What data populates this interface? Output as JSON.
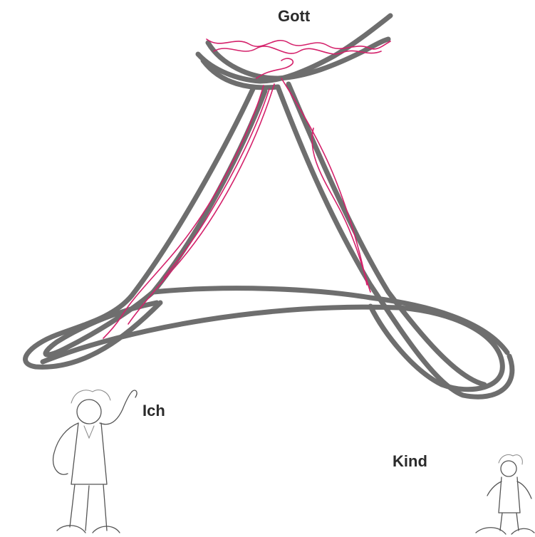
{
  "labels": {
    "top": "Gott",
    "left_figure": "Ich",
    "right_figure": "Kind"
  },
  "colors": {
    "ribbon": "#6e6e6e",
    "scribble": "#d4206a",
    "text": "#2b2b2b"
  },
  "icons": [
    "adult-figure-icon",
    "child-figure-icon"
  ]
}
